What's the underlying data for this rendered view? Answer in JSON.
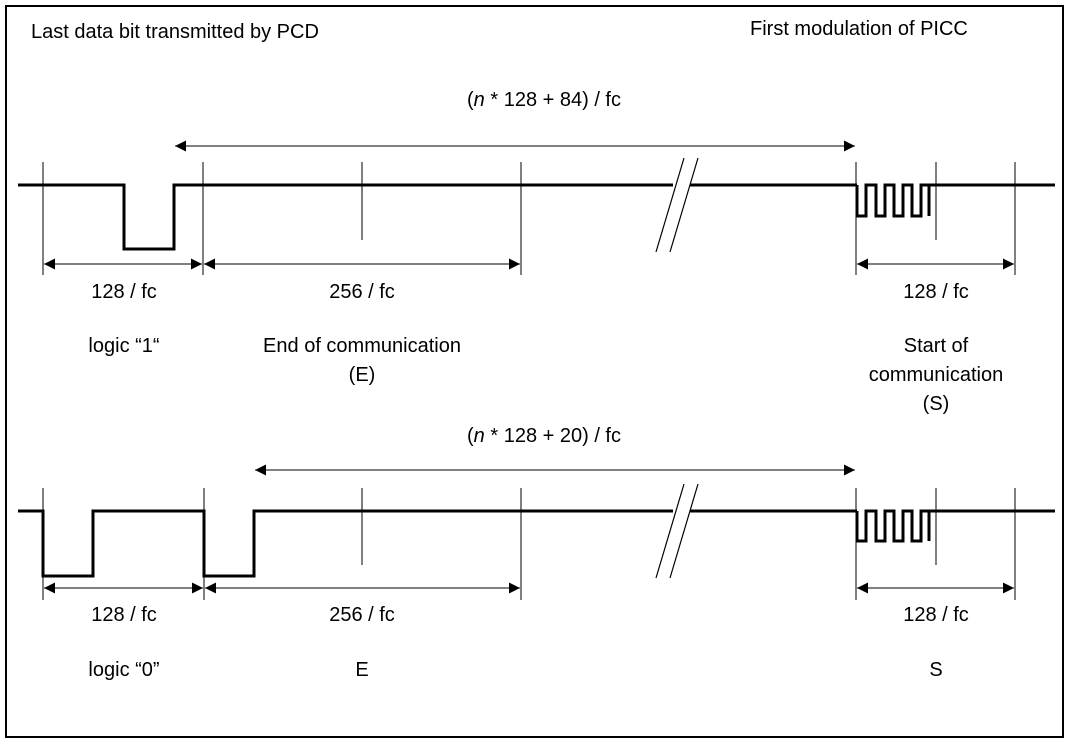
{
  "header": {
    "left": "Last data bit transmitted by PCD",
    "right": "First modulation of PICC"
  },
  "top": {
    "span_prefix": "(",
    "span_var": "n",
    "span_suffix": " * 128 + 84) / fc",
    "bit_duration": "128 / fc",
    "end_duration": "256 / fc",
    "start_duration": "128 / fc",
    "bit_label": "logic “1“",
    "end_label": "End of communication\n(E)",
    "start_label": "Start of\ncommunication\n(S)"
  },
  "bottom": {
    "span_prefix": "(",
    "span_var": "n",
    "span_suffix": " * 128 + 20) / fc",
    "bit_duration": "128 / fc",
    "end_duration": "256 / fc",
    "start_duration": "128 / fc",
    "bit_label": "logic “0”",
    "end_label": "E",
    "start_label": "S"
  }
}
